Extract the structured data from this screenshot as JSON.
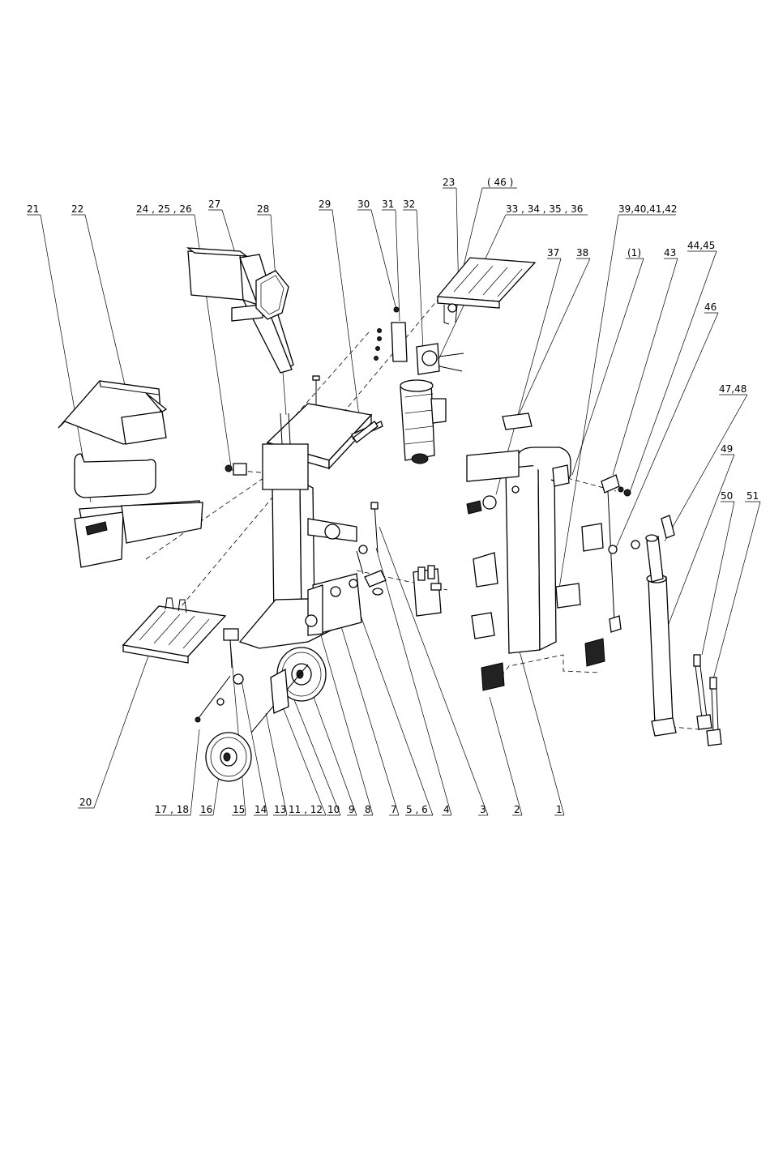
{
  "diagram": {
    "type": "exploded-parts-diagram",
    "labels_top": [
      {
        "id": "21",
        "text": "21"
      },
      {
        "id": "22",
        "text": "22"
      },
      {
        "id": "24-26",
        "text": "24 , 25 , 26"
      },
      {
        "id": "27",
        "text": "27"
      },
      {
        "id": "28",
        "text": "28"
      },
      {
        "id": "29",
        "text": "29"
      },
      {
        "id": "30",
        "text": "30"
      },
      {
        "id": "31",
        "text": "31"
      },
      {
        "id": "32",
        "text": "32"
      },
      {
        "id": "23",
        "text": "23"
      },
      {
        "id": "46a",
        "text": "( 46 )"
      },
      {
        "id": "33-36",
        "text": "33 , 34 , 35 , 36"
      },
      {
        "id": "39-42",
        "text": "39,40,41,42"
      },
      {
        "id": "37",
        "text": "37"
      },
      {
        "id": "38",
        "text": "38"
      },
      {
        "id": "1a",
        "text": "(1)"
      },
      {
        "id": "43",
        "text": "43"
      },
      {
        "id": "44-45",
        "text": "44,45"
      },
      {
        "id": "46",
        "text": "46"
      },
      {
        "id": "47-48",
        "text": "47,48"
      },
      {
        "id": "49",
        "text": "49"
      },
      {
        "id": "50",
        "text": "50"
      },
      {
        "id": "51",
        "text": "51"
      }
    ],
    "labels_bottom": [
      {
        "id": "20",
        "text": "20"
      },
      {
        "id": "17-18",
        "text": "17 , 18"
      },
      {
        "id": "16",
        "text": "16"
      },
      {
        "id": "15",
        "text": "15"
      },
      {
        "id": "14",
        "text": "14"
      },
      {
        "id": "13",
        "text": "13"
      },
      {
        "id": "11-12",
        "text": "11 , 12"
      },
      {
        "id": "10",
        "text": "10"
      },
      {
        "id": "9",
        "text": "9"
      },
      {
        "id": "8",
        "text": "8"
      },
      {
        "id": "7",
        "text": "7"
      },
      {
        "id": "5-6",
        "text": "5 , 6"
      },
      {
        "id": "4",
        "text": "4"
      },
      {
        "id": "3",
        "text": "3"
      },
      {
        "id": "2",
        "text": "2"
      },
      {
        "id": "1",
        "text": "1"
      }
    ]
  }
}
